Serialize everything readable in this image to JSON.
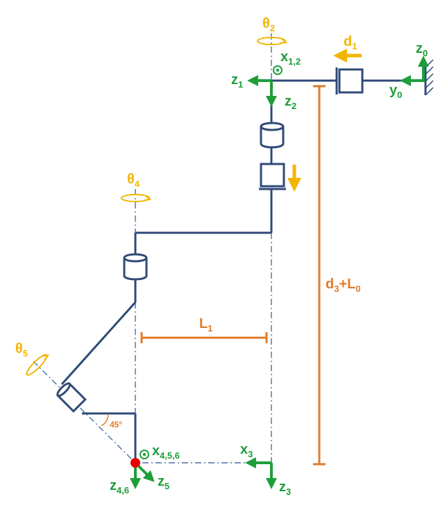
{
  "labels": {
    "theta2": "θ",
    "theta2_sub": "2",
    "d1": "d",
    "d1_sub": "1",
    "z0": "z",
    "z0_sub": "0",
    "y0": "y",
    "y0_sub": "0",
    "x12": "x",
    "x12_sub": "1,2",
    "z1": "z",
    "z1_sub": "1",
    "z2": "z",
    "z2_sub": "2",
    "theta4": "θ",
    "theta4_sub": "4",
    "d3L0": "d",
    "d3L0_sub": "3",
    "d3L0_rest": "+L",
    "d3L0_sub2": "0",
    "L1": "L",
    "L1_sub": "1",
    "theta5": "θ",
    "theta5_sub": "5",
    "angle45": "45°",
    "x456": "x",
    "x456_sub": "4,5,6",
    "x3": "x",
    "x3_sub": "3",
    "z46": "z",
    "z46_sub": "4,6",
    "z5": "z",
    "z5_sub": "5",
    "z3": "z",
    "z3_sub": "3"
  },
  "colors": {
    "frame_green": "#1e9e3a",
    "joint_yellow": "#f2b600",
    "dimension_orange": "#e07b2a",
    "link_navy": "#2f4a78",
    "end_effector_red": "#e60000"
  }
}
